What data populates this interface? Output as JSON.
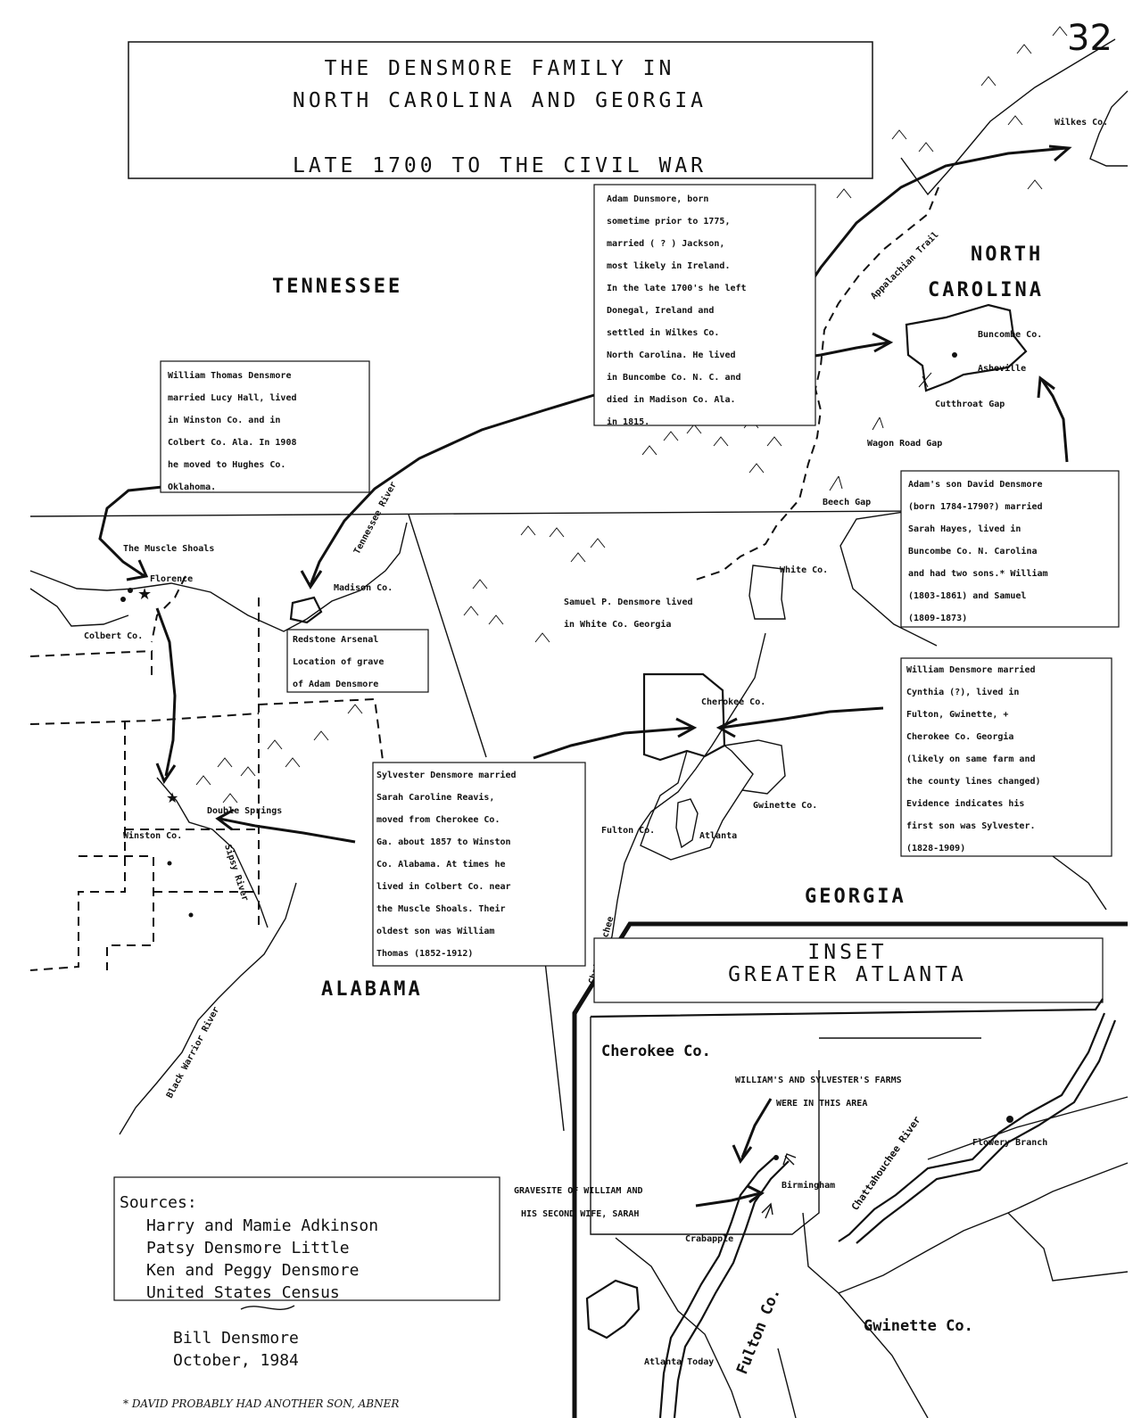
{
  "page_number": "32",
  "title": {
    "line1": "THE DENSMORE FAMILY IN",
    "line2": "NORTH CAROLINA AND GEORGIA",
    "line3": "LATE 1700 TO THE CIVIL WAR"
  },
  "states": {
    "tennessee": "TENNESSEE",
    "north_carolina_1": "NORTH",
    "north_carolina_2": "CAROLINA",
    "georgia": "GEORGIA",
    "alabama": "ALABAMA"
  },
  "places": {
    "wilkes": "Wilkes Co.",
    "buncombe": "Buncombe Co.",
    "asheville": "Asheville",
    "cutthroat": "Cutthroat Gap",
    "wagon_road": "Wagon Road Gap",
    "beech_gap": "Beech Gap",
    "white_co": "White Co.",
    "cherokee_co": "Cherokee Co.",
    "gwinette_co": "Gwinette Co.",
    "fulton_co": "Fulton Co.",
    "atlanta": "Atlanta",
    "muscle_shoals": "The Muscle Shoals",
    "florence": "Florence",
    "madison_co": "Madison Co.",
    "colbert_co": "Colbert Co.",
    "double_springs": "Double Springs",
    "winston_co": "Winston Co."
  },
  "rivers": {
    "appalachian": "Appalachian Trail",
    "tennessee": "Tennessee River",
    "sipsy": "Sipsy River",
    "black_warrior": "Black Warrior River",
    "chattahoochee": "Chattahoochee"
  },
  "notes": {
    "adam": [
      "Adam Dunsmore, born",
      "sometime prior to 1775,",
      "married ( ? ) Jackson,",
      "most likely in Ireland.",
      "In the late 1700's he left",
      "Donegal, Ireland  and",
      "settled in Wilkes Co.",
      "North Carolina.  He lived",
      "in Buncombe Co. N. C. and",
      "died in Madison Co. Ala.",
      "in 1815."
    ],
    "william_thomas": [
      "William Thomas Densmore",
      "married Lucy Hall, lived",
      "in Winston Co. and in",
      "Colbert Co. Ala.  In 1908",
      "he moved to Hughes Co.",
      "Oklahoma."
    ],
    "david": [
      "Adam's son David Densmore",
      "(born 1784-1790?) married",
      "Sarah Hayes, lived in",
      "Buncombe Co. N. Carolina",
      "and had two sons.* William",
      "(1803-1861) and Samuel",
      "(1809-1873)"
    ],
    "samuel": [
      "Samuel P. Densmore lived",
      "in White Co. Georgia"
    ],
    "redstone": [
      "Redstone Arsenal",
      "Location of grave",
      "of Adam Densmore"
    ],
    "william": [
      "William Densmore married",
      "Cynthia (?), lived in",
      "Fulton, Gwinette, +",
      "Cherokee Co. Georgia",
      "(likely on same farm and",
      "the county lines changed)",
      "Evidence indicates his",
      "first son was Sylvester.",
      "(1828-1909)"
    ],
    "sylvester": [
      "Sylvester Densmore married",
      "Sarah Caroline Reavis,",
      "moved from Cherokee Co.",
      "Ga. about 1857 to Winston",
      "Co. Alabama.  At times he",
      "lived in Colbert Co. near",
      "the Muscle  Shoals.  Their",
      "oldest son was William",
      "Thomas (1852-1912)"
    ]
  },
  "inset": {
    "title1": "INSET",
    "title2": "GREATER ATLANTA",
    "cherokee": "Cherokee Co.",
    "farms1": "WILLIAM'S AND SYLVESTER'S FARMS",
    "farms2": "WERE IN THIS AREA",
    "flowery": "Flowery Branch",
    "birmingham": "Birmingham",
    "crabapple": "Crabapple",
    "grave1": "GRAVESITE OF WILLIAM AND",
    "grave2": "HIS SECOND WIFE, SARAH",
    "chatt": "Chattahouchee River",
    "fulton": "Fulton Co.",
    "gwinette": "Gwinette Co.",
    "atlanta_today": "Atlanta Today"
  },
  "sources": {
    "heading": "Sources:",
    "items": [
      "Harry and Mamie Adkinson",
      "Patsy Densmore Little",
      "Ken and Peggy Densmore",
      "United States Census"
    ],
    "author": "Bill Densmore",
    "date": "October, 1984"
  },
  "footnote": "* DAVID PROBABLY HAD ANOTHER SON, ABNER"
}
